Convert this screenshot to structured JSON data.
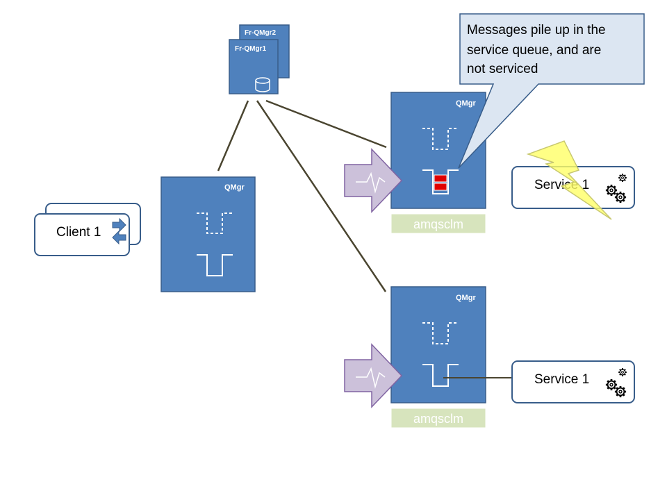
{
  "full_repository": {
    "back_label": "Fr-QMgr2",
    "front_label": "Fr-QMgr1",
    "icon": "database-icon"
  },
  "client": {
    "label": "Client 1",
    "icon": "exchange-arrows-icon"
  },
  "gateway_qmgr": {
    "label": "QMgr"
  },
  "qmgr_top": {
    "label": "QMgr",
    "monitor_label": "amqsclm",
    "monitor_icon": "heartbeat-arrow-icon",
    "queue_state": "blocked"
  },
  "qmgr_bottom": {
    "label": "QMgr",
    "monitor_label": "amqsclm",
    "monitor_icon": "heartbeat-arrow-icon"
  },
  "service_top": {
    "label": "Service 1",
    "icon": "gears-icon",
    "status_icon": "lightning-bolt-icon"
  },
  "service_bottom": {
    "label": "Service 1",
    "icon": "gears-icon"
  },
  "callout": {
    "lines": [
      "Messages pile up in the",
      "service queue, and are",
      "not serviced"
    ]
  },
  "colors": {
    "qmgr_fill": "#4f81bd",
    "qmgr_stroke": "#385d8a",
    "connector": "#4a4530",
    "monitor_fill": "#d7e4bd",
    "arrow_fill": "#ccc1da",
    "arrow_stroke": "#8064a2",
    "callout_fill": "#dce6f2",
    "bolt_fill": "#ffff66",
    "blocked_fill": "#e00000"
  }
}
